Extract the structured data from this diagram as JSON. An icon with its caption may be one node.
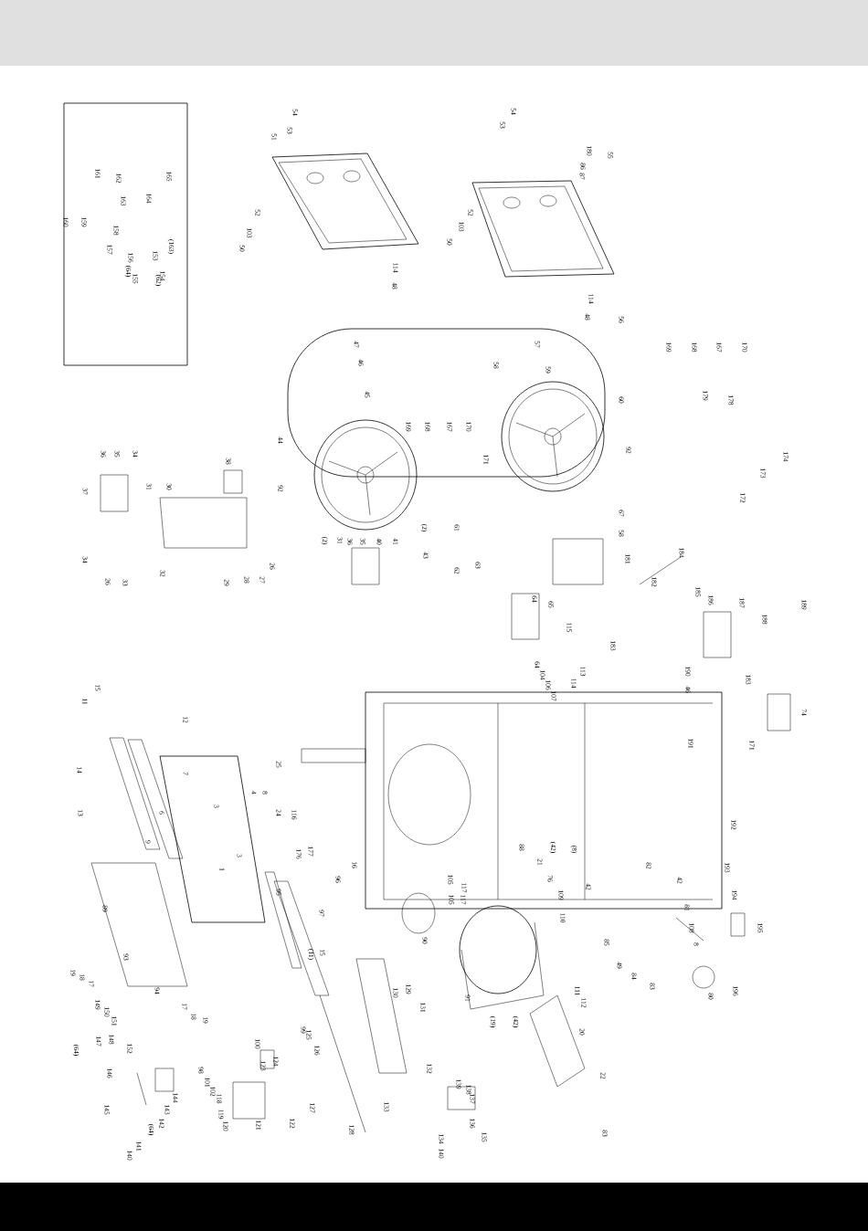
{
  "diagram": {
    "labels": [
      "161",
      "162",
      "165",
      "163",
      "164",
      "160",
      "159",
      "158",
      "(163)",
      "157",
      "156",
      "153",
      "(64)",
      "155",
      "(62)",
      "154",
      "54",
      "53",
      "51",
      "52",
      "103",
      "50",
      "114",
      "48",
      "54",
      "53",
      "180",
      "55",
      "86",
      "87",
      "52",
      "103",
      "50",
      "114",
      "48",
      "56",
      "47",
      "46",
      "45",
      "57",
      "58",
      "59",
      "169",
      "168",
      "167",
      "170",
      "169",
      "168",
      "167",
      "170",
      "60",
      "179",
      "178",
      "92",
      "174",
      "173",
      "172",
      "36",
      "35",
      "34",
      "38",
      "44",
      "171",
      "37",
      "31",
      "30",
      "92",
      "67",
      "58",
      "(2)",
      "31",
      "36",
      "35",
      "40",
      "41",
      "(2)",
      "61",
      "43",
      "62",
      "34",
      "32",
      "26",
      "26",
      "33",
      "29",
      "28",
      "27",
      "181",
      "184",
      "63",
      "182",
      "185",
      "186",
      "187",
      "189",
      "64",
      "65",
      "188",
      "115",
      "183",
      "113",
      "114",
      "64",
      "104",
      "106",
      "107",
      "190",
      "46",
      "183",
      "15",
      "11",
      "12",
      "74",
      "191",
      "171",
      "25",
      "14",
      "7",
      "4",
      "8",
      "3",
      "13",
      "6",
      "24",
      "116",
      "9",
      "176",
      "177",
      "3",
      "1",
      "16",
      "96",
      "105",
      "117",
      "95",
      "89",
      "97",
      "90",
      "15",
      "(11)",
      "93",
      "19",
      "18",
      "17",
      "94",
      "130",
      "129",
      "91",
      "149",
      "17",
      "131",
      "150",
      "18",
      "19",
      "151",
      "88",
      "(42)",
      "(8)",
      "21",
      "82",
      "76",
      "42",
      "42",
      "105",
      "117",
      "109",
      "110",
      "192",
      "193",
      "194",
      "81",
      "108",
      "195",
      "85",
      "8",
      "49",
      "84",
      "111",
      "112",
      "83",
      "80",
      "196",
      "(19)",
      "(42)",
      "20",
      "22",
      "83",
      "(64)",
      "147",
      "148",
      "152",
      "100",
      "99",
      "125",
      "126",
      "146",
      "98",
      "123",
      "124",
      "132",
      "101",
      "102",
      "139",
      "138",
      "145",
      "143",
      "144",
      "118",
      "119",
      "127",
      "133",
      "137",
      "(64)",
      "142",
      "120",
      "121",
      "122",
      "128",
      "136",
      "140",
      "141",
      "134",
      "140",
      "135"
    ]
  }
}
